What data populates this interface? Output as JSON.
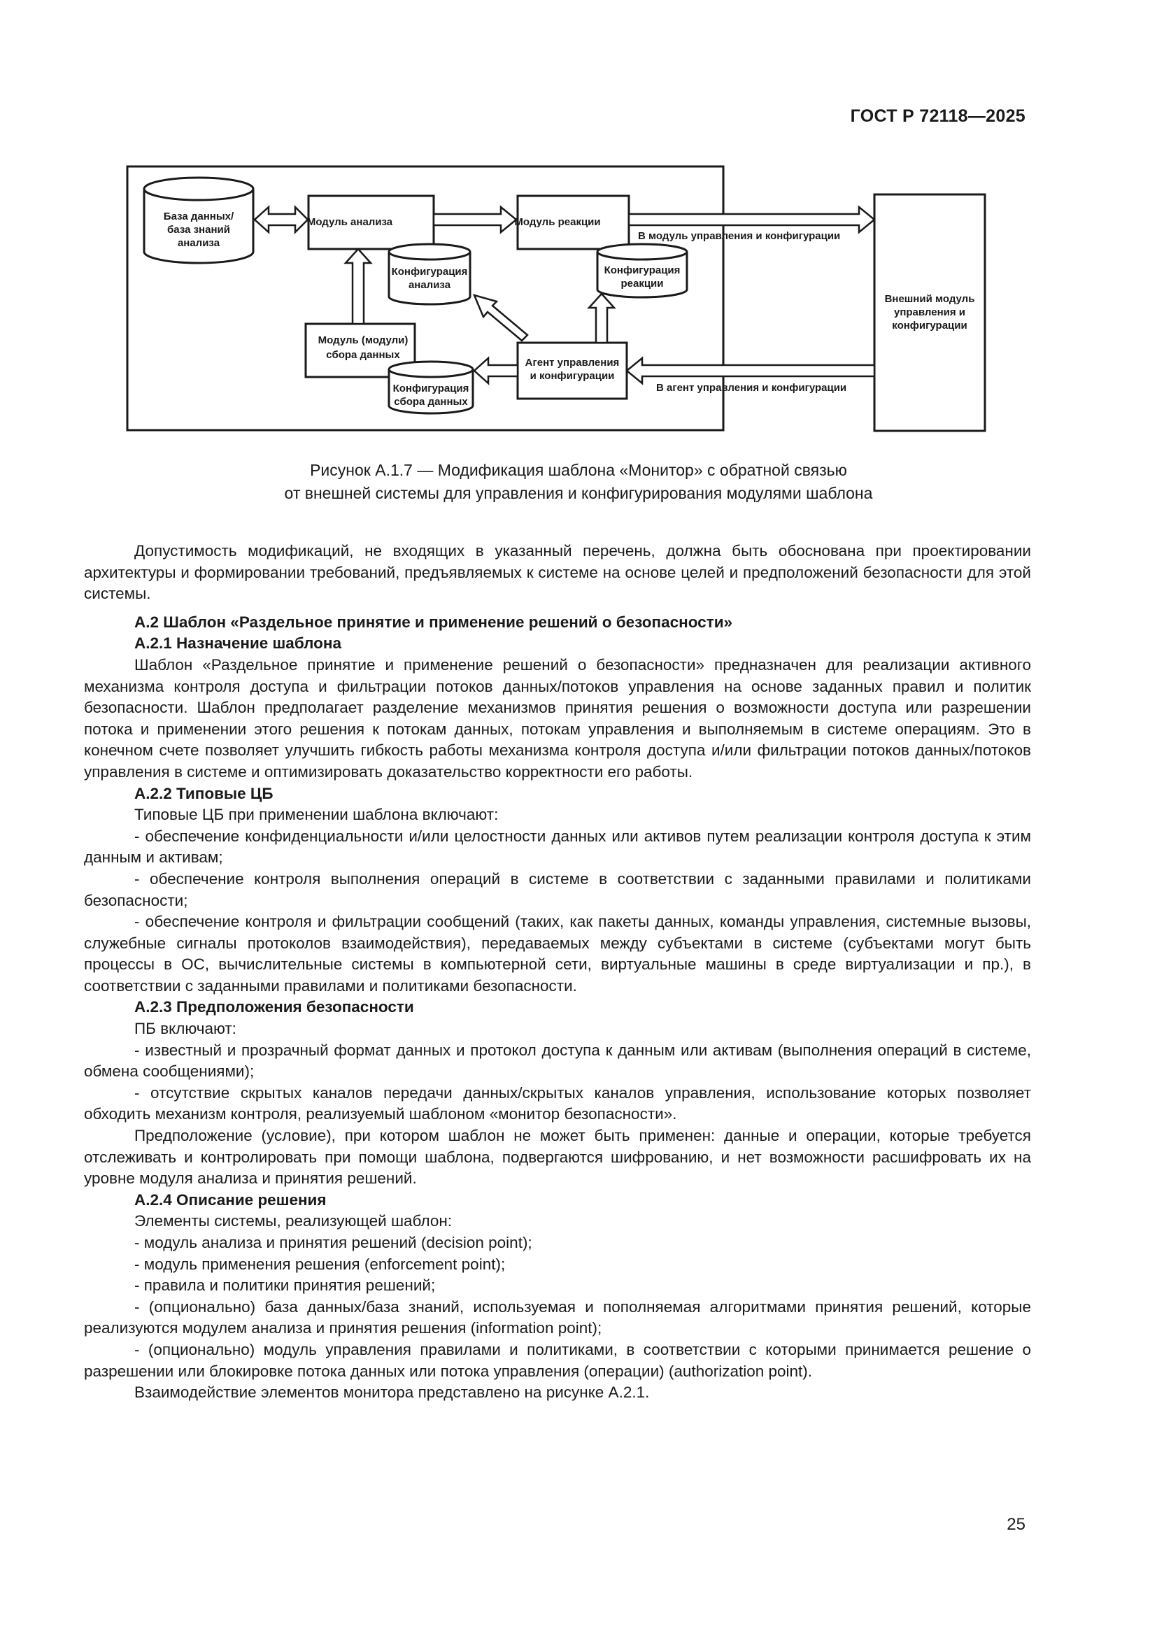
{
  "header": {
    "standard": "ГОСТ Р 72118—2025"
  },
  "figure": {
    "nodes": {
      "db": [
        "База данных/",
        "база знаний",
        "анализа"
      ],
      "analysis": "Модуль анализа",
      "reaction": "Модуль реакции",
      "cfg_analysis": [
        "Конфигурация",
        "анализа"
      ],
      "cfg_reaction": [
        "Конфигурация",
        "реакции"
      ],
      "collector": [
        "Модуль (модули)",
        "сбора данных"
      ],
      "cfg_collect": [
        "Конфигурация",
        "сбора данных"
      ],
      "agent": [
        "Агент управления",
        "и конфигурации"
      ],
      "external": [
        "Внешний модуль",
        "управления и",
        "конфигурации"
      ]
    },
    "edges": {
      "to_cm": "В модуль управления и конфигурации",
      "to_agent": "В агент управления и конфигурации"
    },
    "caption": [
      "Рисунок А.1.7 — Модификация шаблона «Монитор» с обратной связью",
      "от внешней системы для управления и конфигурирования модулями шаблона"
    ]
  },
  "paragraphs": [
    {
      "type": "text",
      "text": "Допустимость модификаций, не входящих в указанный перечень, должна быть обоснована при проектировании архитектуры и формировании требований, предъявляемых к системе на основе целей и предположений безопасности для этой системы."
    },
    {
      "type": "heading",
      "text": "А.2 Шаблон «Раздельное принятие и применение решений о безопасности»",
      "gap": 10
    },
    {
      "type": "heading",
      "text": "А.2.1 Назначение шаблона"
    },
    {
      "type": "text",
      "text": "Шаблон «Раздельное принятие и применение решений о безопасности» предназначен для реализации активного механизма контроля доступа и фильтрации потоков данных/потоков управления на основе заданных правил и политик безопасности. Шаблон предполагает разделение механизмов принятия решения о возможности доступа или разрешении потока и применении этого решения к потокам данных, потокам управления и выполняемым в системе операциям. Это в конечном счете позволяет улучшить гибкость работы механизма контроля доступа и/или фильтрации потоков данных/потоков управления в системе и оптимизировать доказательство корректности его работы."
    },
    {
      "type": "heading",
      "text": "А.2.2 Типовые ЦБ"
    },
    {
      "type": "text",
      "text": "Типовые ЦБ при применении шаблона включают:"
    },
    {
      "type": "text",
      "text": "- обеспечение конфиденциальности и/или целостности данных или активов путем реализации контроля доступа к этим данным и активам;"
    },
    {
      "type": "text",
      "text": "- обеспечение контроля выполнения операций в системе в соответствии с заданными правилами и политиками безопасности;"
    },
    {
      "type": "text",
      "text": "- обеспечение контроля и фильтрации сообщений (таких, как пакеты данных, команды управления, системные вызовы, служебные сигналы протоколов взаимодействия), передаваемых между субъектами в системе (субъектами могут быть процессы в ОС, вычислительные системы в компьютерной сети, виртуальные машины в среде виртуализации и пр.), в соответствии с заданными правилами и политиками безопасности."
    },
    {
      "type": "heading",
      "text": "А.2.3 Предположения безопасности"
    },
    {
      "type": "text",
      "text": "ПБ включают:"
    },
    {
      "type": "text",
      "text": "- известный и прозрачный формат данных и протокол доступа к данным или активам (выполнения операций в системе, обмена сообщениями);"
    },
    {
      "type": "text",
      "text": "- отсутствие скрытых каналов передачи данных/скрытых каналов управления, использование которых позволяет обходить механизм контроля, реализуемый шаблоном «монитор безопасности»."
    },
    {
      "type": "text",
      "text": "Предположение (условие), при котором шаблон не может быть применен: данные и операции, которые требуется отслеживать и контролировать при помощи шаблона, подвергаются шифрованию, и нет возможности расшифровать их на уровне модуля анализа и принятия решений."
    },
    {
      "type": "heading",
      "text": "А.2.4 Описание решения"
    },
    {
      "type": "text",
      "text": "Элементы системы, реализующей шаблон:"
    },
    {
      "type": "text",
      "text": "- модуль анализа и принятия решений (decision point);"
    },
    {
      "type": "text",
      "text": "- модуль применения решения (enforcement point);"
    },
    {
      "type": "text",
      "text": "- правила и политики принятия решений;"
    },
    {
      "type": "text",
      "text": "- (опционально) база данных/база знаний, используемая и пополняемая алгоритмами принятия решений, которые реализуются модулем анализа и принятия решения (information point);"
    },
    {
      "type": "text",
      "text": "- (опционально) модуль управления правилами и политиками, в соответствии с которыми принимается решение о разрешении или блокировке потока данных или потока управления (операции) (authorization point)."
    },
    {
      "type": "text",
      "text": "Взаимодействие элементов монитора представлено на рисунке А.2.1."
    }
  ],
  "page_number": "25"
}
